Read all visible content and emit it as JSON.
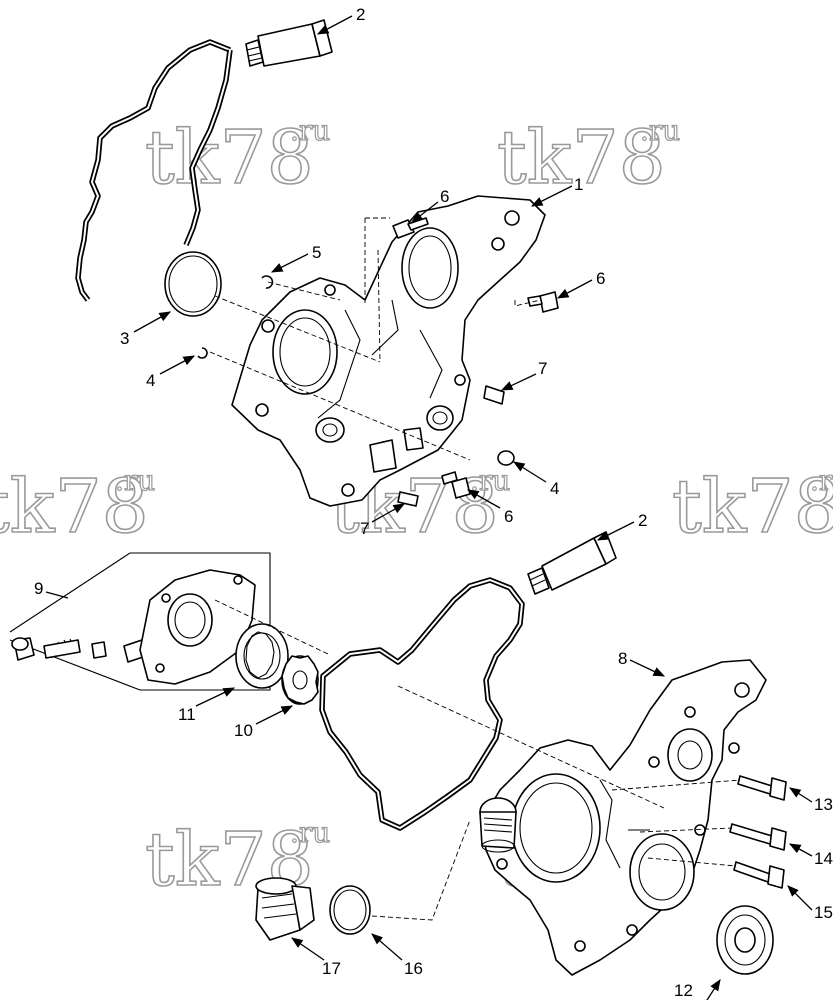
{
  "watermark": {
    "main": "tk78",
    "suffix": ".ru"
  },
  "callouts": {
    "c1": "1",
    "c2a": "2",
    "c2b": "2",
    "c3": "3",
    "c4a": "4",
    "c4b": "4",
    "c5": "5",
    "c6a": "6",
    "c6b": "6",
    "c6c": "6",
    "c7a": "7",
    "c7b": "7",
    "c8": "8",
    "c9": "9",
    "c10": "10",
    "c11": "11",
    "c12": "12",
    "c13": "13",
    "c14": "14",
    "c15": "15",
    "c16": "16",
    "c17": "17"
  }
}
